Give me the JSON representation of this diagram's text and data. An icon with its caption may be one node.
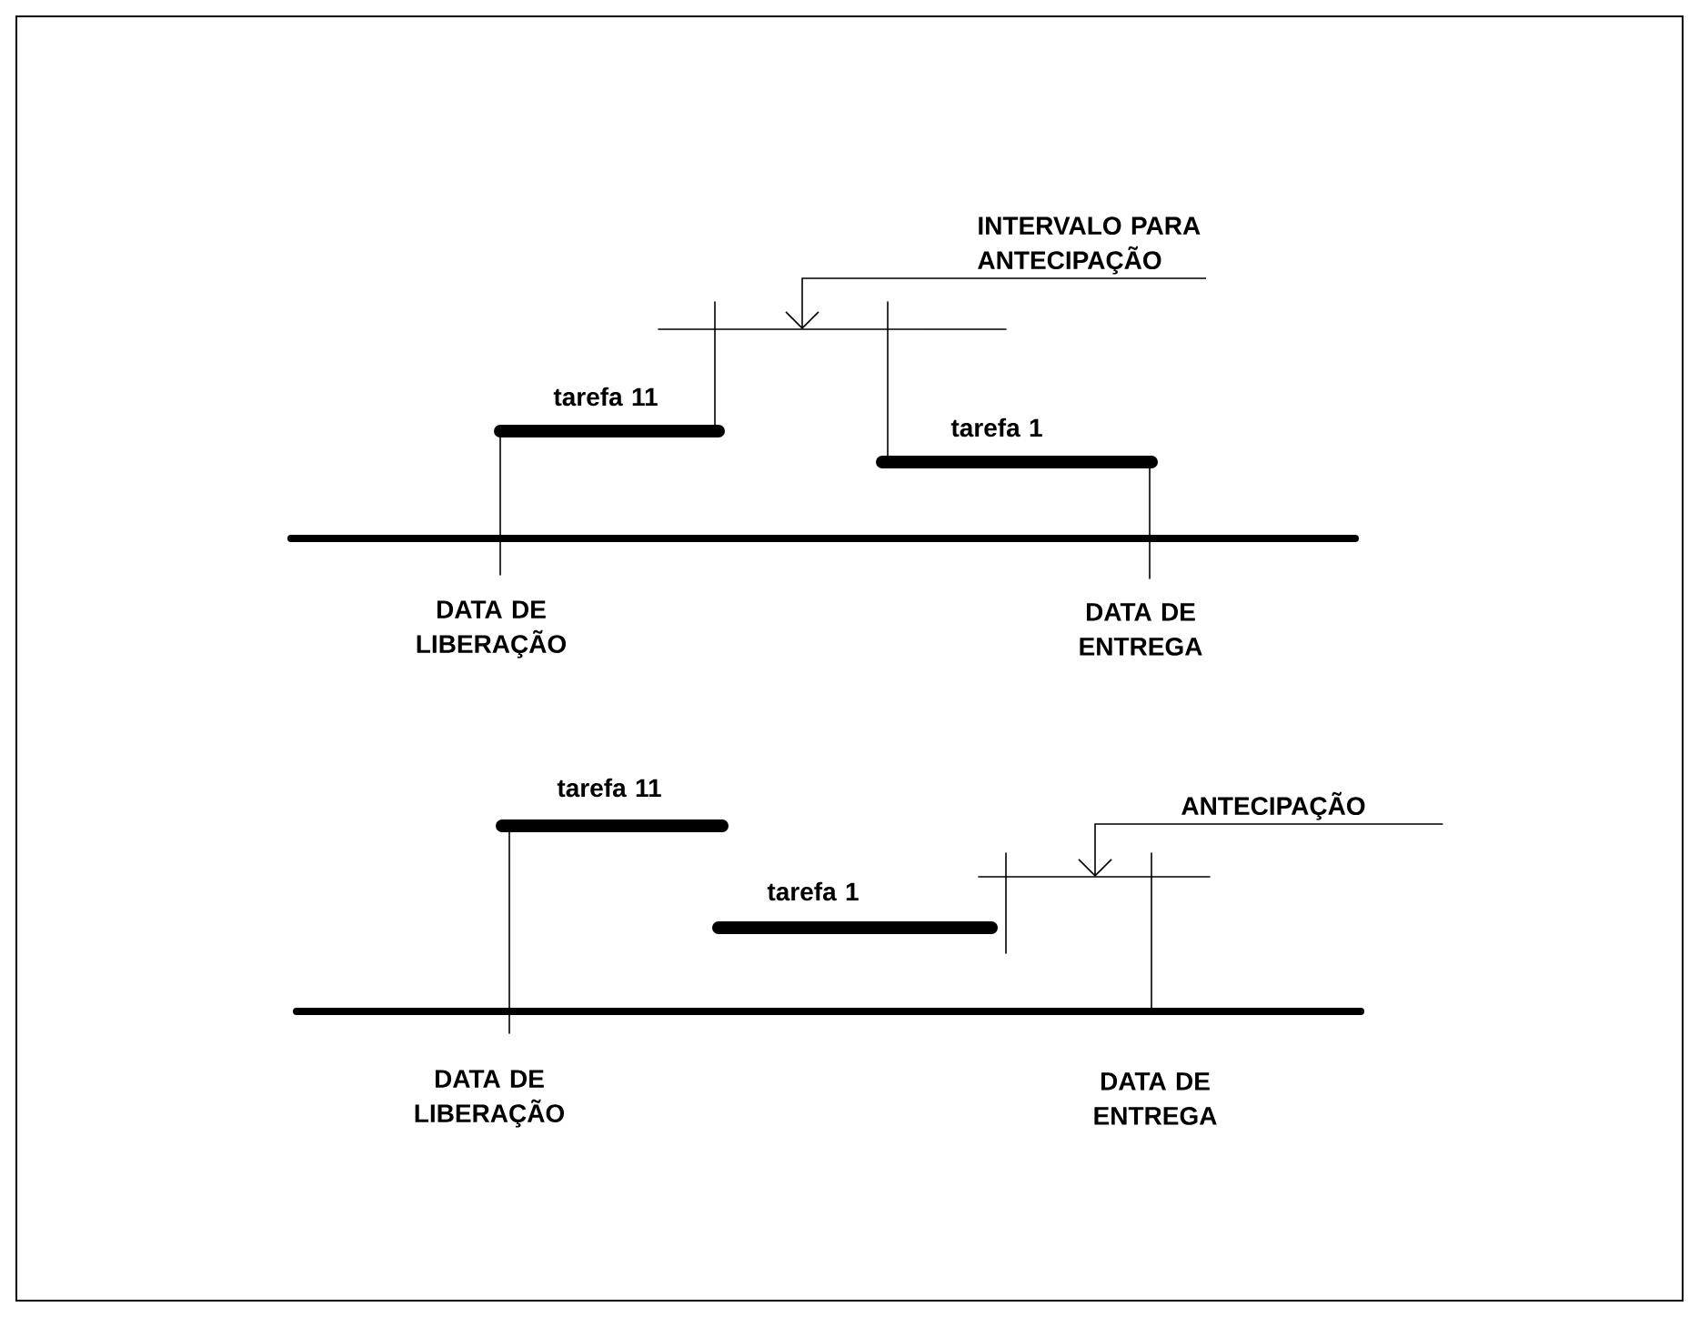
{
  "diagram": {
    "nodes": [
      {
        "text": [
          "INTERVALO PARA ANTECIPAÇÃO"
        ]
      },
      {
        "text": [
          "ANTECIPAÇÃO"
        ]
      }
    ],
    "edges": [
      {
        "from": 0,
        "to": null,
        "arrow": "to"
      },
      {
        "from": 1,
        "to": null,
        "arrow": "to"
      }
    ],
    "labels": [
      "tarefa 11",
      "tarefa 1",
      "DATA DE LIBERAÇÃO",
      "DATA DE ENTREGA",
      "tarefa 11",
      "tarefa 1",
      "DATA DE LIBERAÇÃO",
      "DATA DE ENTREGA"
    ]
  }
}
